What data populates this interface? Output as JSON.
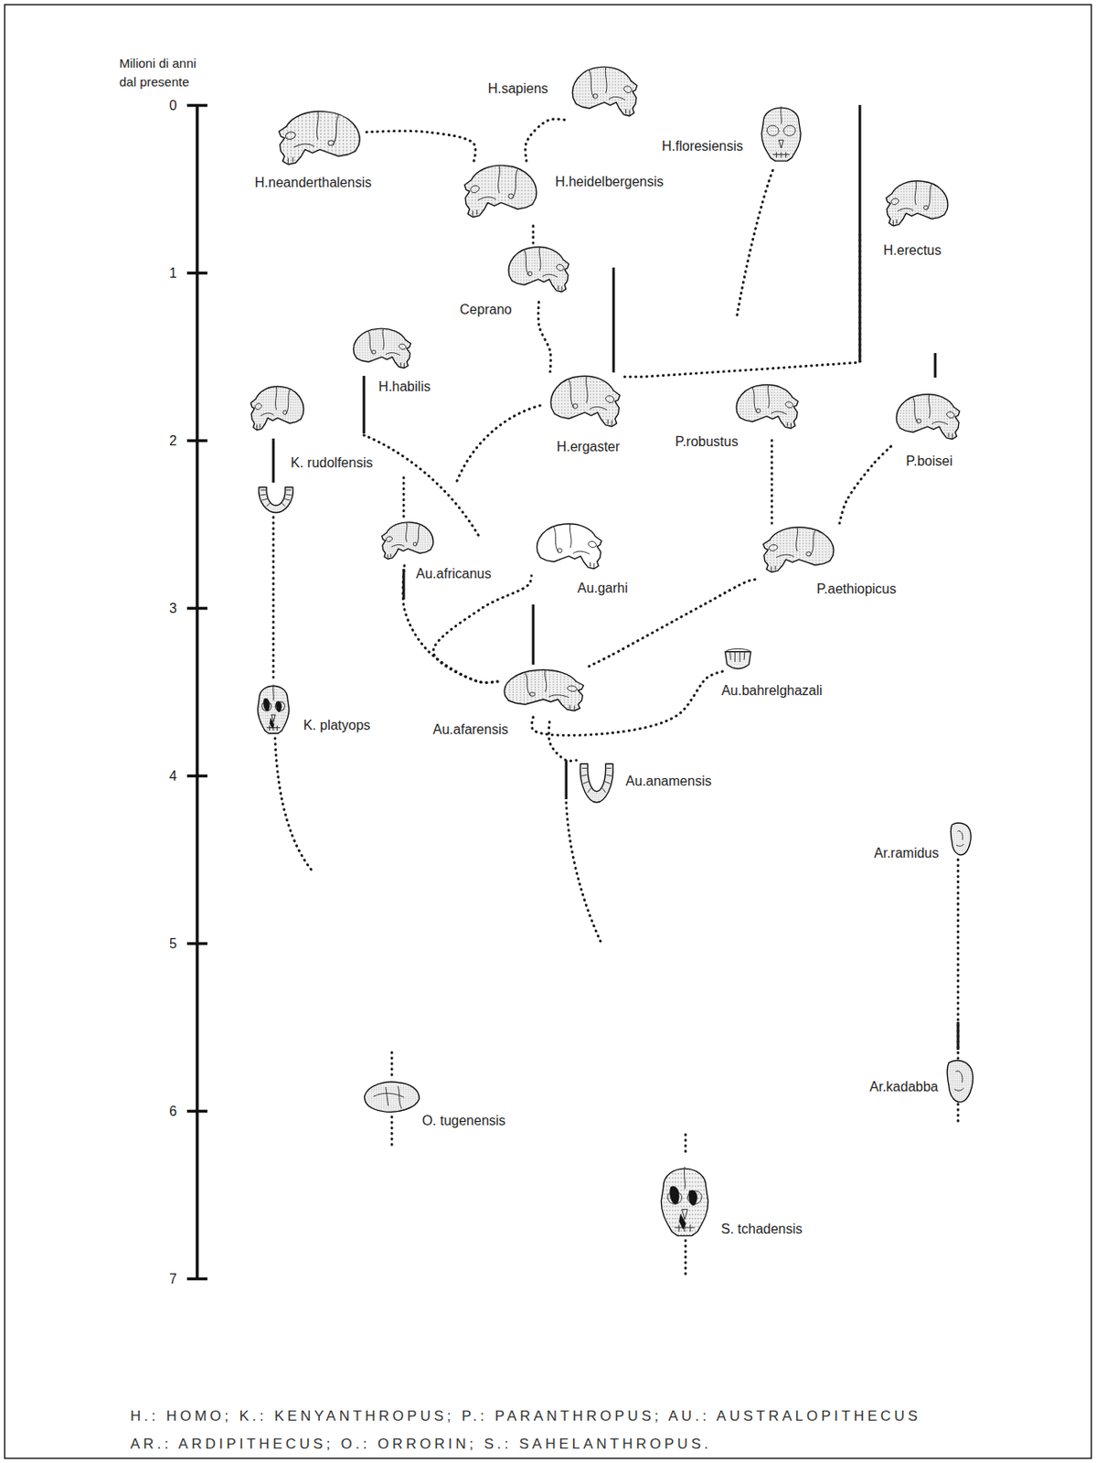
{
  "diagram": {
    "nodes": [
      {
        "text": [
          "H.sapiens"
        ]
      },
      {
        "text": [
          "H.neanderthalensis"
        ]
      },
      {
        "text": [
          "H.floresiensis"
        ]
      },
      {
        "text": [
          "H.heidelbergensis"
        ]
      },
      {
        "text": [
          "H.erectus"
        ]
      },
      {
        "text": [
          "Ceprano"
        ]
      },
      {
        "text": [
          "H.habilis"
        ]
      },
      {
        "text": [
          "K. rudolfensis"
        ]
      },
      {
        "text": [
          "H.ergaster"
        ]
      },
      {
        "text": [
          "P.robustus"
        ]
      },
      {
        "text": [
          "P.boisei"
        ]
      },
      {
        "text": [
          "Au.africanus"
        ]
      },
      {
        "text": [
          "Au.garhi"
        ]
      },
      {
        "text": [
          "P.aethiopicus"
        ]
      },
      {
        "text": [
          "K. platyops"
        ]
      },
      {
        "text": [
          "Au.afarensis"
        ]
      },
      {
        "text": [
          "Au.bahrelghazali"
        ]
      },
      {
        "text": [
          "Au.anamensis"
        ]
      },
      {
        "text": [
          "Ar.ramidus"
        ]
      },
      {
        "text": [
          "Ar.kadabba"
        ]
      },
      {
        "text": [
          "O. tugenensis"
        ]
      },
      {
        "text": [
          "S. tchadensis"
        ]
      }
    ],
    "edges": [
      {
        "from": 3,
        "to": 1,
        "arrow": "none"
      },
      {
        "from": 3,
        "to": 0,
        "arrow": "none"
      },
      {
        "from": 5,
        "to": 3,
        "arrow": "none"
      },
      {
        "from": 8,
        "to": 5,
        "arrow": "none"
      },
      {
        "from": 8,
        "to": 4,
        "arrow": "none"
      },
      {
        "from": 15,
        "to": 11,
        "arrow": "none"
      },
      {
        "from": 15,
        "to": 12,
        "arrow": "none"
      },
      {
        "from": 15,
        "to": 13,
        "arrow": "none"
      },
      {
        "from": 13,
        "to": 9,
        "arrow": "none"
      },
      {
        "from": 13,
        "to": 10,
        "arrow": "none"
      },
      {
        "from": 15,
        "to": 16,
        "arrow": "none"
      },
      {
        "from": 17,
        "to": 15,
        "arrow": "none"
      },
      {
        "from": 14,
        "to": 7,
        "arrow": "none"
      },
      {
        "from": 19,
        "to": 18,
        "arrow": "none"
      }
    ],
    "labels": [
      "Milioni di anni dal presente",
      "0",
      "1",
      "2",
      "3",
      "4",
      "5",
      "6",
      "7",
      "H.: HOMO; K.: KENYANTHROPUS; P.: PARANTHROPUS; AU.: AUSTRALOPITHECUS",
      "AR.: ARDIPITHECUS; O.: ORRORIN; S.: SAHELANTHROPUS."
    ]
  }
}
